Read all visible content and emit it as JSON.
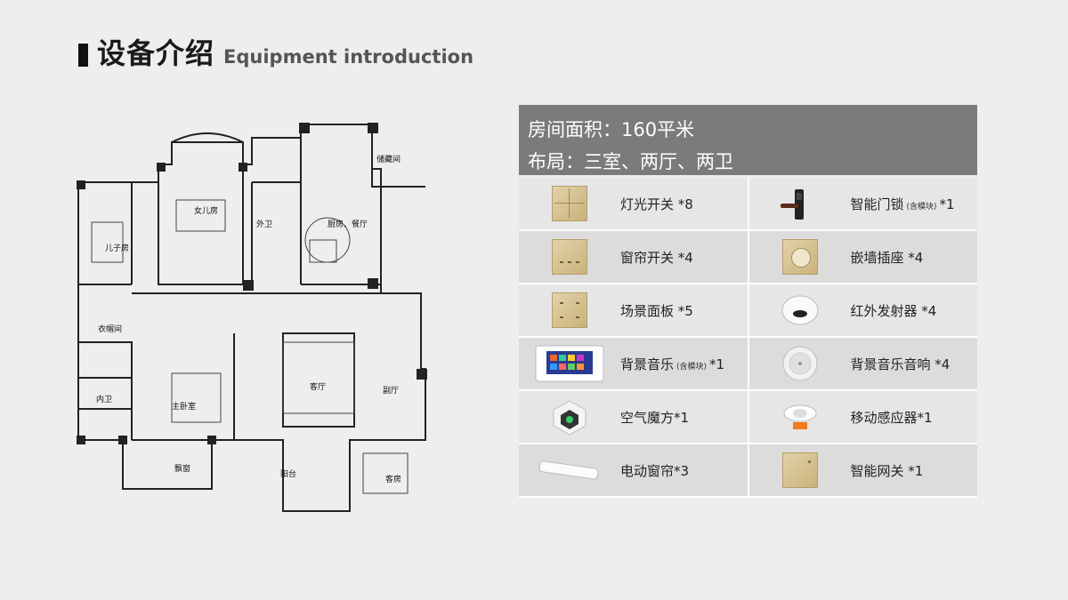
{
  "header": {
    "title_cn": "设备介绍",
    "title_en": "Equipment introduction"
  },
  "floorplan": {
    "rooms": {
      "son_room": "儿子房",
      "daughter_room": "女儿房",
      "outer_bath": "外卫",
      "kitchen_dining": "厨房、餐厅",
      "storage": "储藏间",
      "cloakroom": "衣帽间",
      "inner_bath": "内卫",
      "master_bedroom": "主卧室",
      "living_room": "客厅",
      "sub_hall": "副厅",
      "bay_window": "飘窗",
      "balcony": "阳台",
      "guest_room": "客房"
    }
  },
  "info": {
    "area": "房间面积：160平米",
    "layout": "布局：三室、两厅、两卫"
  },
  "devices": [
    {
      "name": "灯光开关",
      "note": "",
      "qty": "*8",
      "icon": "light-switch-icon"
    },
    {
      "name": "智能门锁",
      "note": "(含模块)",
      "qty": "*1",
      "icon": "smart-lock-icon"
    },
    {
      "name": "窗帘开关",
      "note": "",
      "qty": "*4",
      "icon": "curtain-switch-icon"
    },
    {
      "name": "嵌墙插座",
      "note": "",
      "qty": "*4",
      "icon": "wall-socket-icon"
    },
    {
      "name": "场景面板",
      "note": "",
      "qty": "*5",
      "icon": "scene-panel-icon"
    },
    {
      "name": "红外发射器",
      "note": "",
      "qty": "*4",
      "icon": "ir-emitter-icon"
    },
    {
      "name": "背景音乐",
      "note": "(含模块)",
      "qty": "*1",
      "icon": "music-panel-icon"
    },
    {
      "name": "背景音乐音响",
      "note": "",
      "qty": "*4",
      "icon": "ceiling-speaker-icon"
    },
    {
      "name": "空气魔方",
      "note": "",
      "qty": "*1",
      "icon": "air-cube-icon"
    },
    {
      "name": "移动感应器",
      "note": "",
      "qty": "*1",
      "icon": "motion-sensor-icon"
    },
    {
      "name": "电动窗帘",
      "note": "",
      "qty": "*3",
      "icon": "curtain-motor-icon"
    },
    {
      "name": "智能网关",
      "note": "",
      "qty": "*1",
      "icon": "gateway-icon"
    }
  ]
}
